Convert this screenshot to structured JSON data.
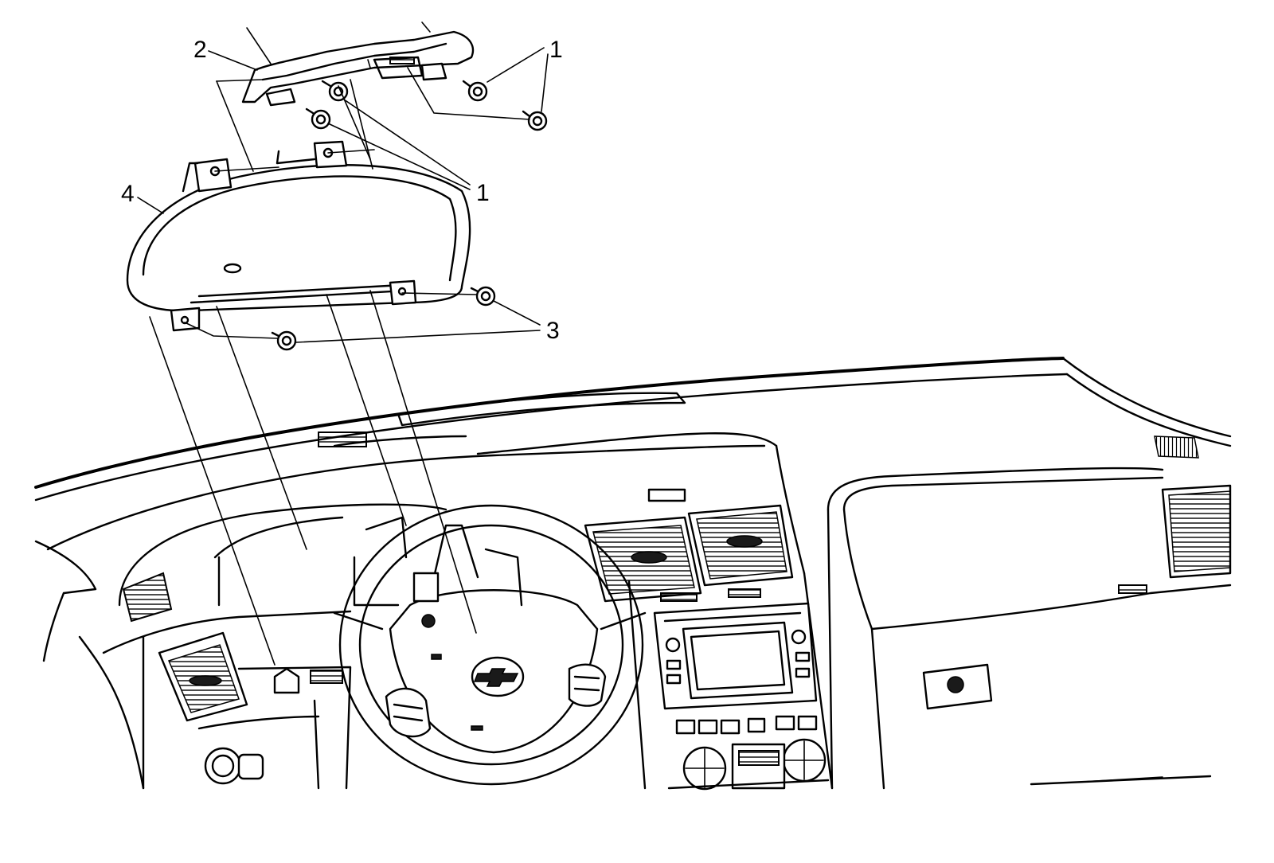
{
  "diagram": {
    "colors": {
      "line": "#000000",
      "background": "#ffffff"
    },
    "callouts": [
      {
        "id": "1a",
        "label": "1"
      },
      {
        "id": "1b",
        "label": "1"
      },
      {
        "id": "2",
        "label": "2"
      },
      {
        "id": "3",
        "label": "3"
      },
      {
        "id": "4",
        "label": "4"
      }
    ]
  }
}
